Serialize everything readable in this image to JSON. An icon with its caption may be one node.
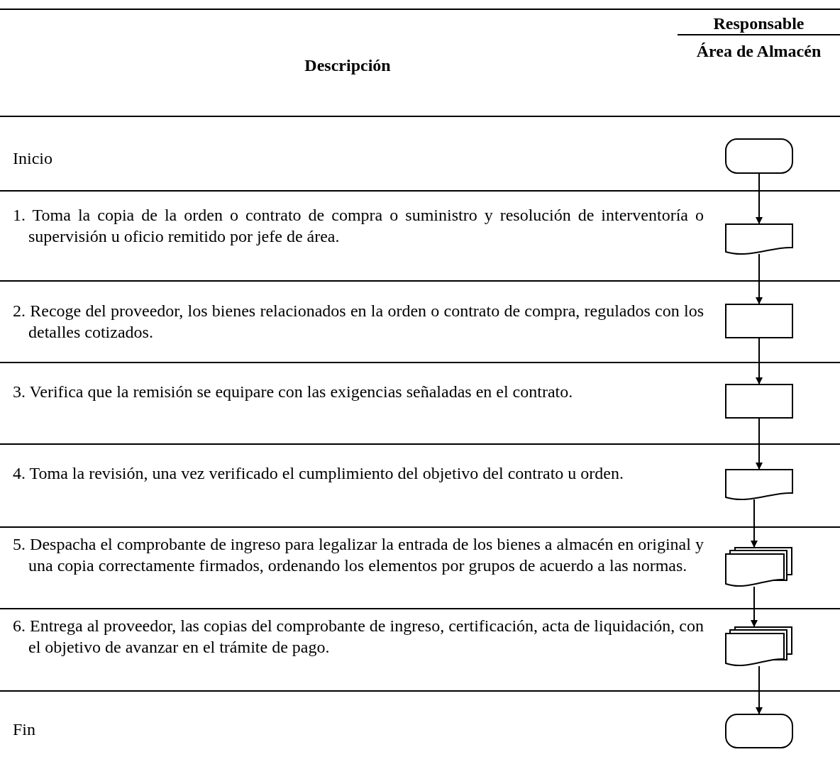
{
  "diagram": {
    "nodes": [
      {
        "text": [],
        "shape": "terminator"
      },
      {
        "text": [],
        "shape": "document"
      },
      {
        "text": [],
        "shape": "box"
      },
      {
        "text": [],
        "shape": "box"
      },
      {
        "text": [],
        "shape": "document"
      },
      {
        "text": [],
        "shape": "documents"
      },
      {
        "text": [],
        "shape": "documents"
      },
      {
        "text": [],
        "shape": "terminator"
      }
    ],
    "edges": [
      {
        "from": 0,
        "to": 1,
        "arrow": "to"
      },
      {
        "from": 1,
        "to": 2,
        "arrow": "to"
      },
      {
        "from": 2,
        "to": 3,
        "arrow": "to"
      },
      {
        "from": 3,
        "to": 4,
        "arrow": "to"
      },
      {
        "from": 4,
        "to": 5,
        "arrow": "to"
      },
      {
        "from": 5,
        "to": 6,
        "arrow": "to"
      },
      {
        "from": 6,
        "to": 7,
        "arrow": "to"
      }
    ],
    "labels": [
      "Responsable",
      "Descripción",
      "Área de Almacén",
      "Inicio",
      "1. Toma la copia de la orden o contrato de compra o suministro y resolución de interventoría o supervisión u oficio remitido por jefe de área.",
      "2. Recoge del proveedor, los bienes relacionados en la orden o contrato de compra, regulados con los detalles cotizados.",
      "3. Verifica que la remisión se equipare con las exigencias señaladas en el contrato.",
      "4. Toma la revisión, una vez verificado el cumplimiento del objetivo del contrato u orden.",
      "5. Despacha el comprobante de ingreso para legalizar la entrada de los bienes a almacén en original y una copia correctamente firmados, ordenando los elementos por grupos de acuerdo a las normas.",
      "6. Entrega al proveedor, las copias del comprobante de ingreso, certificación, acta de liquidación, con el objetivo de avanzar en el trámite de pago.",
      "Fin"
    ]
  }
}
